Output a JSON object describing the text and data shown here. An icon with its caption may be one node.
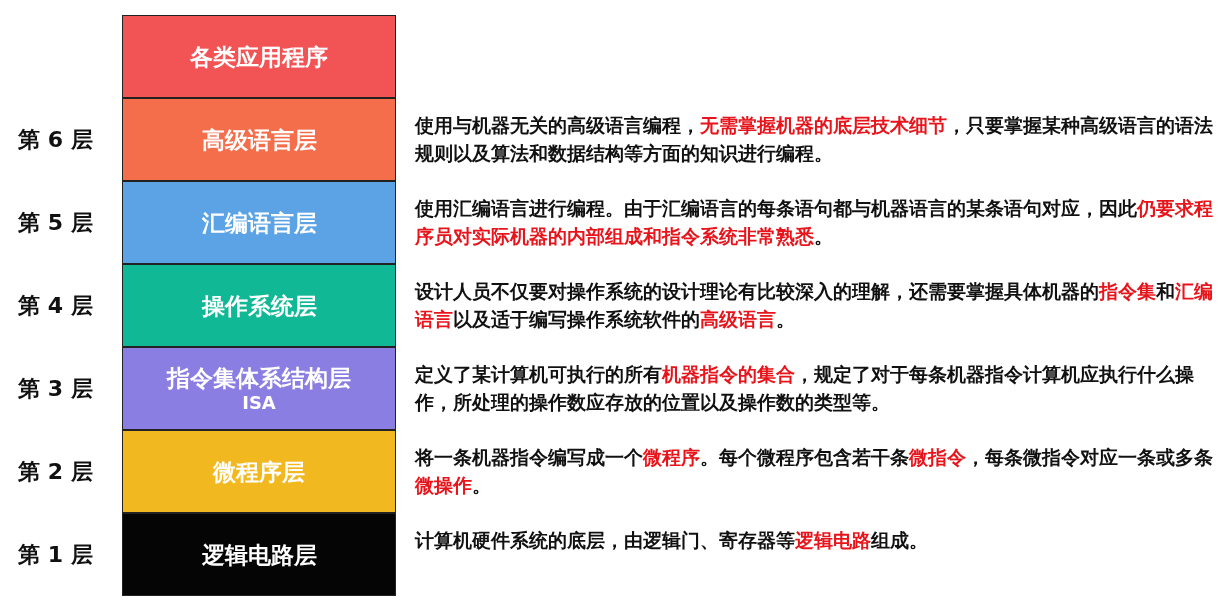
{
  "diagram": {
    "nodes": [
      {
        "text": [
          "各类应用程序"
        ]
      },
      {
        "text": [
          "高级语言层"
        ],
        "beside": [
          "第 6 层",
          "使用与机器无关的高级语言编程，**无需掌握机器的底层技术细节**，只要掌握某种高级语言的语法规则以及算法和数据结构等方面的知识进行编程。"
        ]
      },
      {
        "text": [
          "汇编语言层"
        ],
        "beside": [
          "第 5 层",
          "使用汇编语言进行编程。由于汇编语言的每条语句都与机器语言的某条语句对应，因此**仍要求程序员对实际机器的内部组成和指令系统非常熟悉**。"
        ]
      },
      {
        "text": [
          "操作系统层"
        ],
        "beside": [
          "第 4 层",
          "设计人员不仅要对操作系统的设计理论有比较深入的理解，还需要掌握具体机器的**指令集**和**汇编语言**以及适于编写操作系统软件的**高级语言**。"
        ]
      },
      {
        "text": [
          "指令集体系结构层",
          "ISA"
        ],
        "beside": [
          "第 3 层",
          "定义了某计算机可执行的所有**机器指令的集合**，规定了对于每条机器指令计算机应执行什么操作，所处理的操作数应存放的位置以及操作数的类型等。"
        ]
      },
      {
        "text": [
          "微程序层"
        ],
        "beside": [
          "第 2 层",
          "将一条机器指令编写成一个**微程序**。每个微程序包含若干条**微指令**，每条微指令对应一条或多条**微操作**。"
        ]
      },
      {
        "text": [
          "逻辑电路层"
        ],
        "beside": [
          "第 1 层",
          "计算机硬件系统的底层，由逻辑门、寄存器等**逻辑电路**组成。"
        ]
      }
    ]
  }
}
